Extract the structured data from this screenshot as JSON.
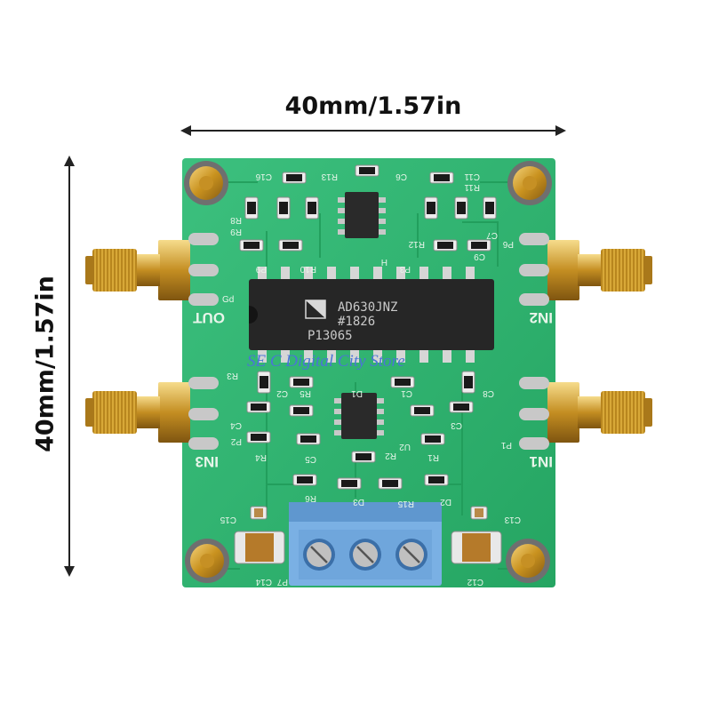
{
  "dimensions": {
    "width_label": "40mm/1.57in",
    "height_label": "40mm/1.57in"
  },
  "chip": {
    "line1": "AD630JNZ",
    "line2": "#1826",
    "line3": "P13065"
  },
  "ports": {
    "out": "OUT",
    "in1": "IN1",
    "in2": "IN2",
    "in3": "IN3"
  },
  "silkscreen": {
    "c16": "C16",
    "r13": "R13",
    "c6": "C6",
    "c11": "C11",
    "r11": "R11",
    "r9": "R9",
    "r10": "R10",
    "r12": "R12",
    "c9": "C9",
    "p6": "P6",
    "c7": "C7",
    "r8": "R8",
    "p9": "P9",
    "p3": "P3",
    "h": "H",
    "gd": "Gd",
    "r3": "R3",
    "r5": "R5",
    "c2": "C2",
    "d1": "D1",
    "c1": "C1",
    "c8": "C8",
    "c4": "C4",
    "p2": "P2",
    "r4": "R4",
    "c5": "C5",
    "c3": "C3",
    "p1": "P1",
    "r2": "R2",
    "u2": "U2",
    "r1": "R1",
    "r6": "R6",
    "d3": "D3",
    "r15": "R15",
    "d2": "D2",
    "c15": "C15",
    "c13": "C13",
    "p7": "P7",
    "c14": "C14",
    "c12": "C12"
  },
  "watermark": "SE C Digital City Store",
  "colors": {
    "pcb": "#2fb873",
    "pcb_dark": "#1f9d5c",
    "terminal_block": "#6fa6dc",
    "gold": "#d9a62f"
  }
}
